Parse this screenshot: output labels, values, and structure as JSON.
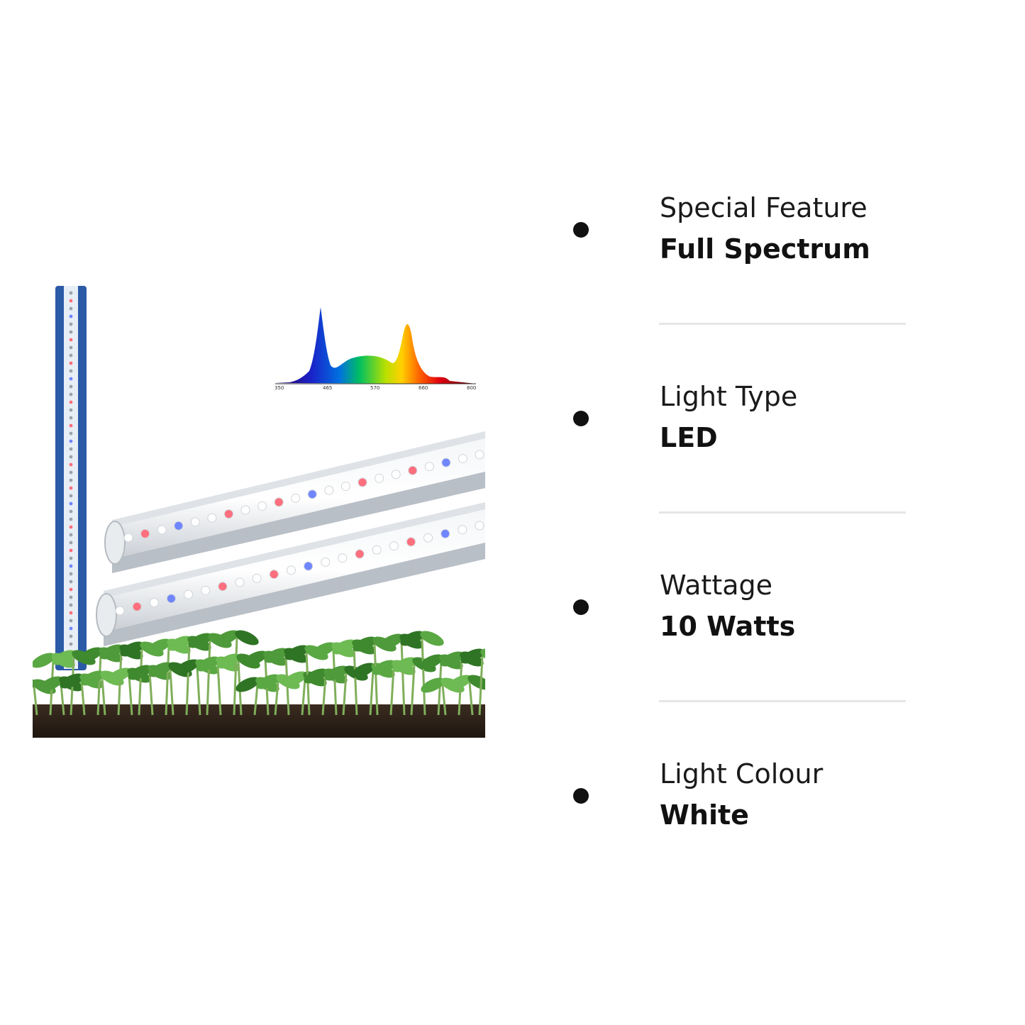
{
  "features": [
    {
      "label": "Special Feature",
      "value": "Full Spectrum"
    },
    {
      "label": "Light Type",
      "value": "LED"
    },
    {
      "label": "Wattage",
      "value": "10 Watts"
    },
    {
      "label": "Light Colour",
      "value": "White"
    }
  ],
  "spectrum_ticks": [
    "350",
    "465",
    "570",
    "660",
    "800"
  ],
  "colors": {
    "bar_border": "#2b5aa6",
    "bullet": "#111111",
    "divider": "#e6e6e6",
    "leaf": "#4f9a3a",
    "soil": "#2a2018"
  }
}
